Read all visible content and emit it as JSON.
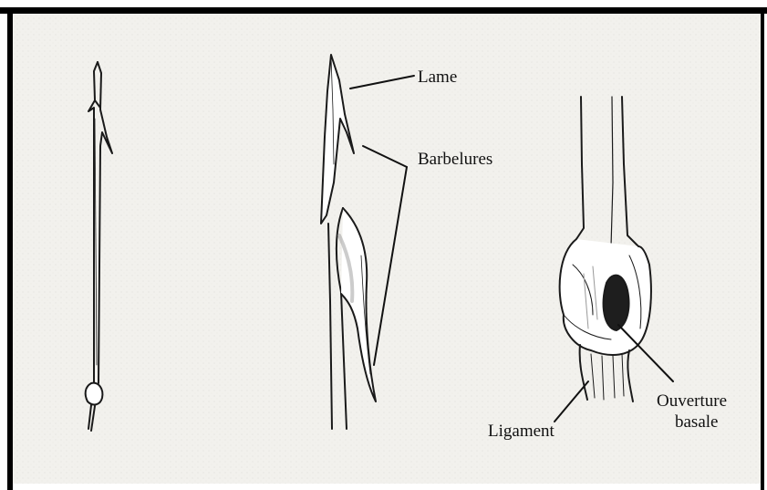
{
  "labels": {
    "lame": "Lame",
    "barbelures": "Barbelures",
    "ouverture_line1": "Ouverture",
    "ouverture_line2": "basale",
    "ligament": "Ligament"
  },
  "colors": {
    "border": "#000000",
    "paper": "#f2f1ed",
    "ink": "#1a1a1a"
  }
}
